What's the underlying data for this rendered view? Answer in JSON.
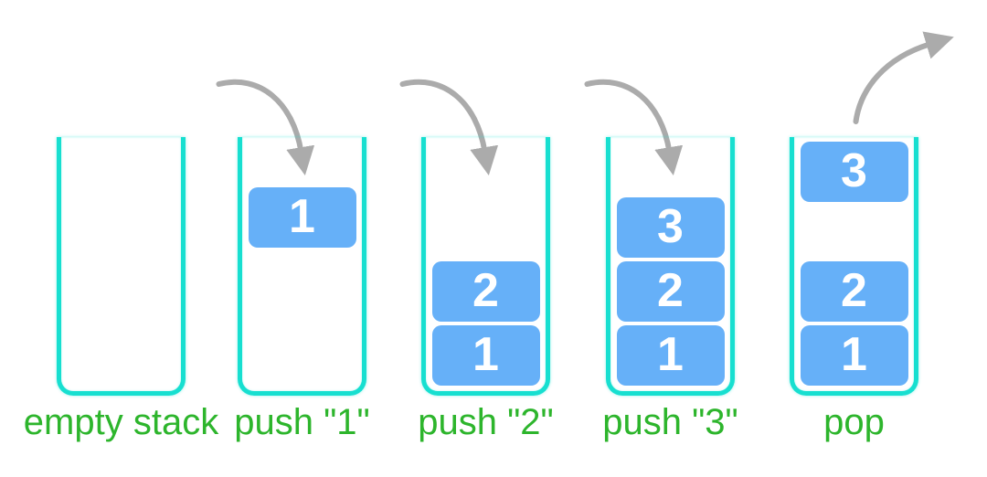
{
  "colors": {
    "container_teal": "#17dfd0",
    "block_blue": "#66b0f8",
    "block_text_white": "#ffffff",
    "label_green": "#2db52c",
    "arrow_gray": "#ababab"
  },
  "stacks": [
    {
      "label": "empty stack",
      "arrow": null,
      "blocks": []
    },
    {
      "label": "push \"1\"",
      "arrow": "push-in",
      "blocks": [
        {
          "value": "1",
          "position": "incoming"
        }
      ]
    },
    {
      "label": "push \"2\"",
      "arrow": "push-in",
      "blocks": [
        {
          "value": "2",
          "position": "slot-1"
        },
        {
          "value": "1",
          "position": "slot-0"
        }
      ]
    },
    {
      "label": "push \"3\"",
      "arrow": "push-in",
      "blocks": [
        {
          "value": "3",
          "position": "slot-2"
        },
        {
          "value": "2",
          "position": "slot-1"
        },
        {
          "value": "1",
          "position": "slot-0"
        }
      ]
    },
    {
      "label": "pop",
      "arrow": "pop-out",
      "blocks": [
        {
          "value": "3",
          "position": "leaving"
        },
        {
          "value": "2",
          "position": "slot-1"
        },
        {
          "value": "1",
          "position": "slot-0"
        }
      ]
    }
  ]
}
